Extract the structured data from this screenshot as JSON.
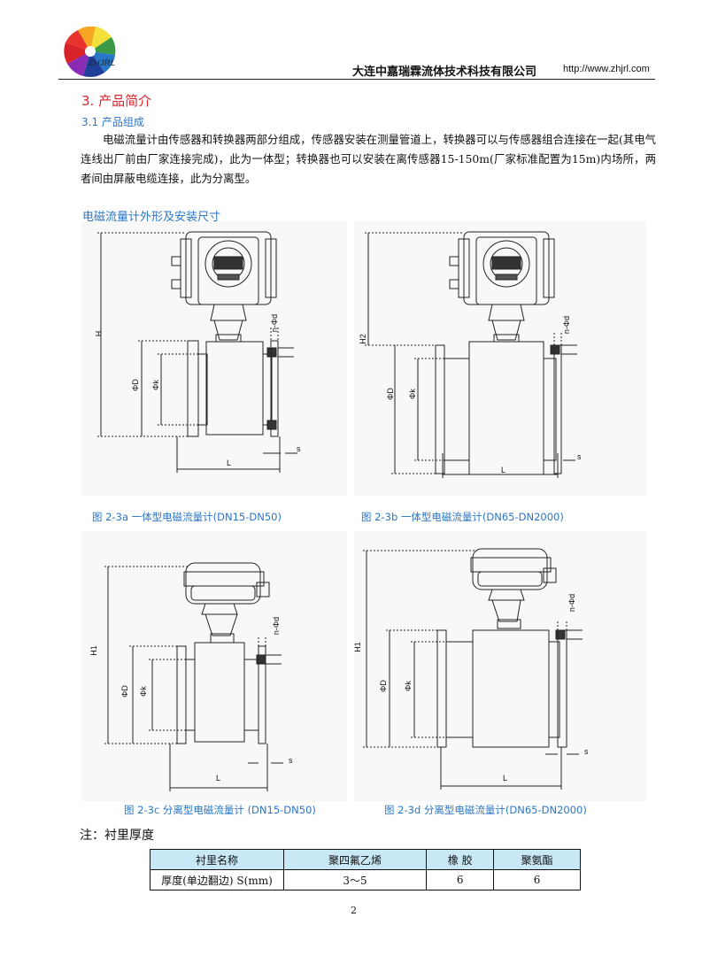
{
  "header": {
    "logo_text": "ZHJRL",
    "company": "大连中嘉瑞霖流体技术科技有限公司",
    "url": "http://www.zhjrl.com"
  },
  "section": {
    "title": "3. 产品简介",
    "subtitle": "3.1 产品组成",
    "paragraph": "电磁流量计由传感器和转换器两部分组成，传感器安装在测量管道上，转换器可以与传感器组合连接在一起(其电气连线出厂前由厂家连接完成)，此为一体型；转换器也可以安装在离传感器15-150m(厂家标准配置为15m)内场所，两者间由屏蔽电缆连接，此为分离型。"
  },
  "figures": {
    "title": "电磁流量计外形及安装尺寸",
    "captions": {
      "a": "图 2-3a 一体型电磁流量计(DN15-DN50)",
      "b": "图 2-3b 一体型电磁流量计(DN65-DN2000)",
      "c": "图 2-3c 分离型电磁流量计 (DN15-DN50)",
      "d": "图 2-3d 分离型电磁流量计(DN65-DN2000)"
    },
    "labels": {
      "D": "ΦD",
      "k": "Φk",
      "L": "L",
      "s": "s",
      "nd": "n-Φd",
      "H": "H",
      "H1": "H1",
      "H2": "H2"
    }
  },
  "note": {
    "title": "注：衬里厚度",
    "table": {
      "headers": [
        "衬里名称",
        "聚四氟乙烯",
        "橡 胶",
        "聚氨酯"
      ],
      "row": [
        "厚度(单边翻边) S(mm)",
        "3～5",
        "6",
        "6"
      ]
    }
  },
  "page_number": "2",
  "colors": {
    "accent_red": "#d8222a",
    "accent_blue": "#2a76c6",
    "table_header": "#c8e8f6"
  }
}
